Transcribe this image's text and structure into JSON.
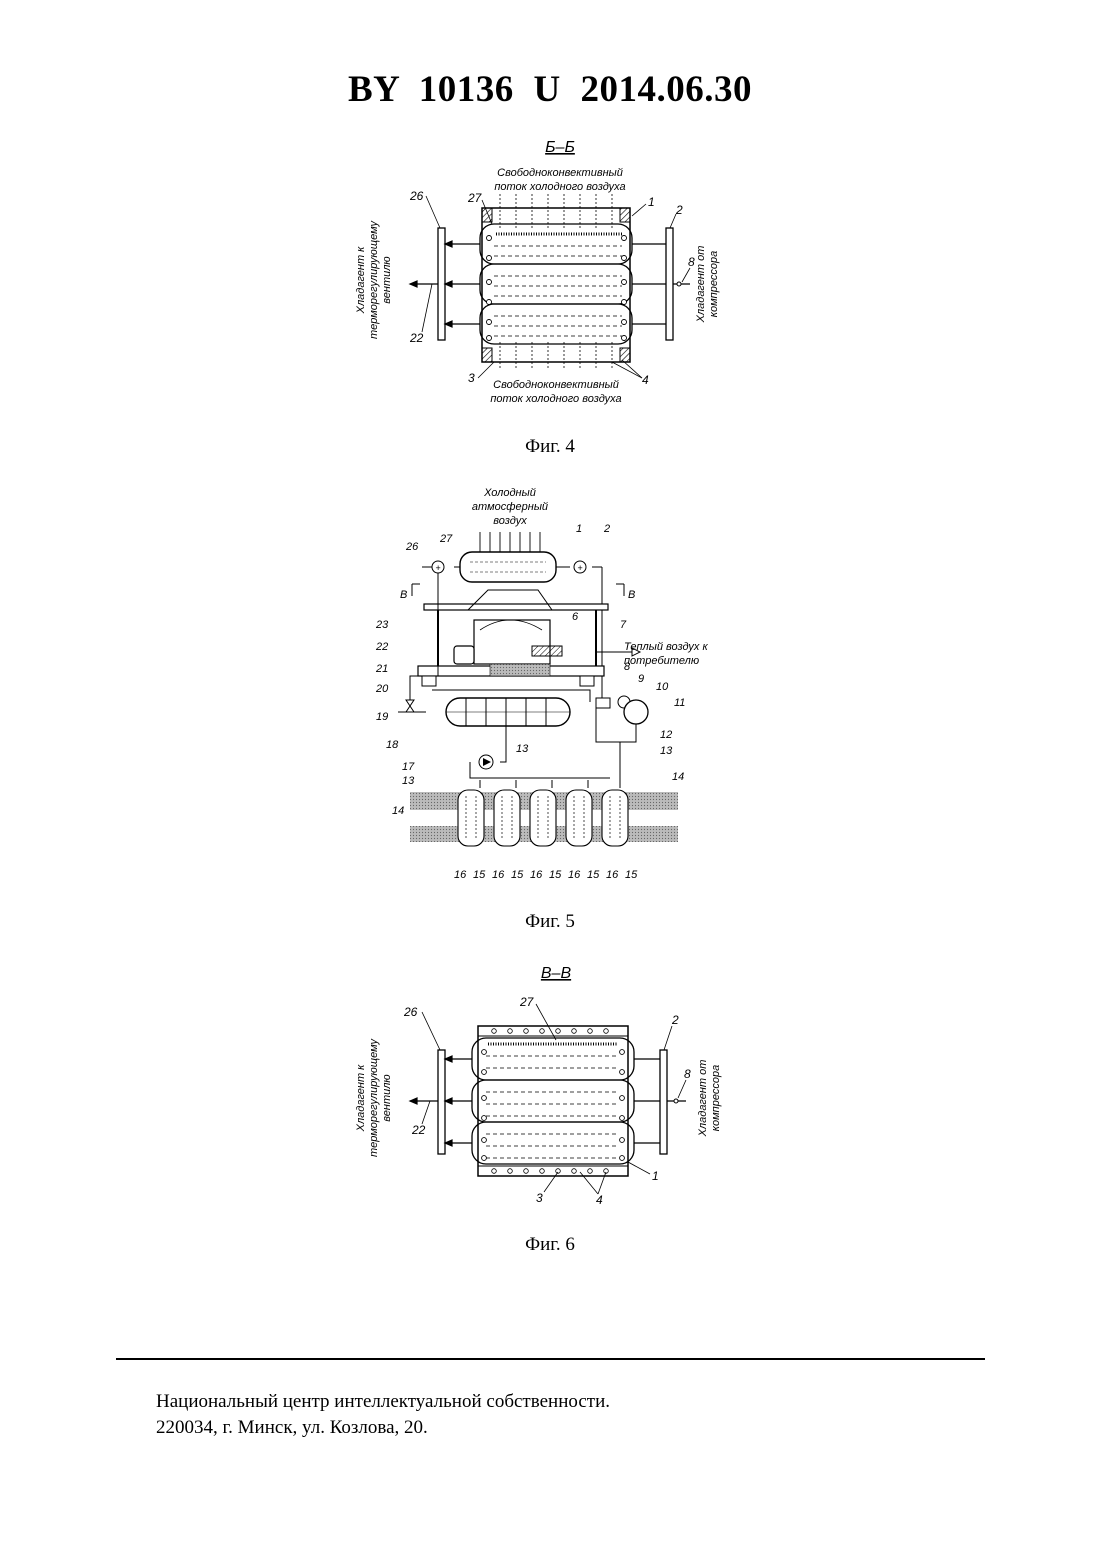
{
  "header": {
    "title": "BY 10136 U 2014.06.30"
  },
  "fig4": {
    "section": "Б–Б",
    "air_top_line1": "Свободноконвективный",
    "air_top_line2": "поток холодного воздуха",
    "air_bottom_line1": "Свободноконвективный",
    "air_bottom_line2": "поток холодного воздуха",
    "left_label_line1": "Хладагент к",
    "left_label_line2": "терморегулирующему",
    "left_label_line3": "вентилю",
    "right_label_line1": "Хладагент от",
    "right_label_line2": "компрессора",
    "refs": {
      "r26": "26",
      "r27": "27",
      "r1": "1",
      "r2": "2",
      "r8": "8",
      "r22": "22",
      "r3": "3",
      "r4": "4"
    },
    "caption": "Фиг. 4"
  },
  "fig5": {
    "air_line1": "Холодный",
    "air_line2": "атмосферный",
    "air_line3": "воздух",
    "warm_line1": "Теплый воздух к",
    "warm_line2": "потребителю",
    "section_left": "В",
    "section_right": "В",
    "refs": {
      "r27": "27",
      "r1": "1",
      "r2": "2",
      "r26": "26",
      "r6": "6",
      "r23": "23",
      "r7": "7",
      "r22": "22",
      "r8": "8",
      "r21": "21",
      "r9": "9",
      "r10": "10",
      "r20": "20",
      "r11": "11",
      "r19": "19",
      "r12": "12",
      "r18": "18",
      "r13a": "13",
      "r13b": "13",
      "r17": "17",
      "r13c": "13",
      "r14a": "14",
      "r14b": "14",
      "bottom": [
        "16",
        "15",
        "16",
        "15",
        "16",
        "15",
        "16",
        "15",
        "16",
        "15"
      ]
    },
    "caption": "Фиг. 5"
  },
  "fig6": {
    "section": "В–В",
    "left_label_line1": "Хладагент к",
    "left_label_line2": "терморегулирующему",
    "left_label_line3": "вентилю",
    "right_label_line1": "Хладагент от",
    "right_label_line2": "компрессора",
    "refs": {
      "r27": "27",
      "r26": "26",
      "r2": "2",
      "r8": "8",
      "r22": "22",
      "r3": "3",
      "r4": "4",
      "r1": "1"
    },
    "caption": "Фиг. 6"
  },
  "footer": {
    "line1": "Национальный центр интеллектуальной собственности.",
    "line2": "220034, г. Минск, ул. Козлова, 20."
  }
}
